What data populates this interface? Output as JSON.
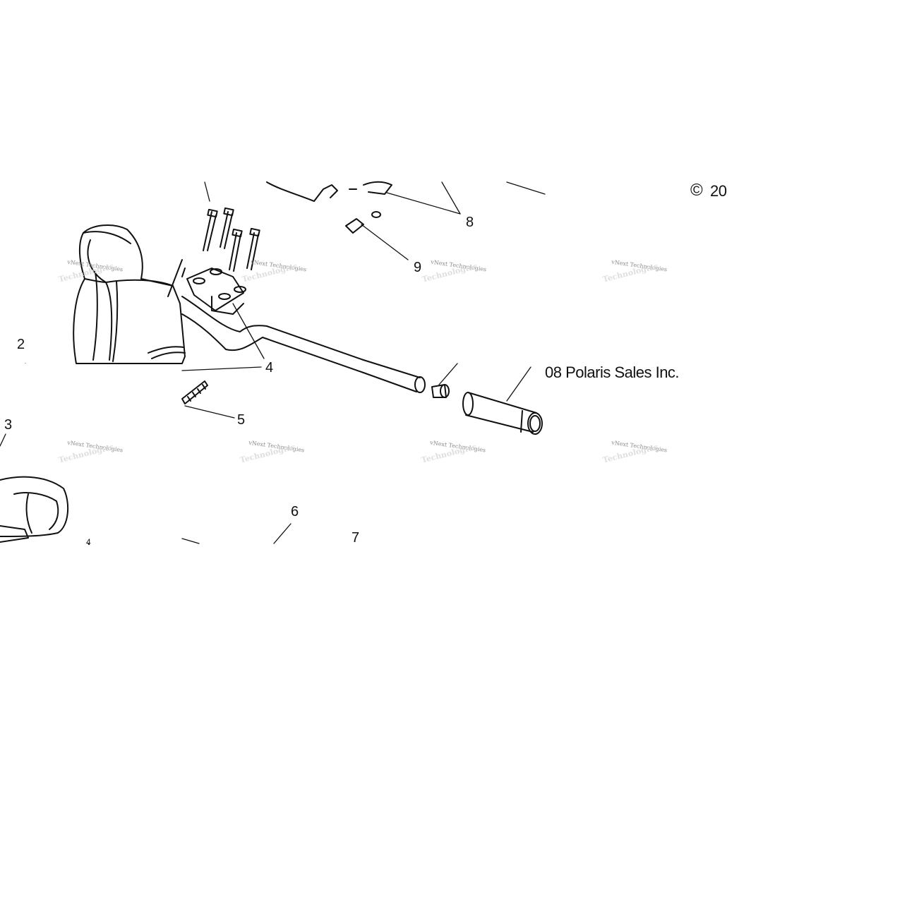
{
  "copyright": {
    "symbol": "©",
    "part1": "20",
    "part2": "08 Polaris Sales Inc."
  },
  "callouts": [
    "2",
    "3",
    "4",
    "4",
    "5",
    "6",
    "7",
    "8",
    "9"
  ],
  "watermark": {
    "line1": "vNext Technologies",
    "line2": "Technologies"
  }
}
